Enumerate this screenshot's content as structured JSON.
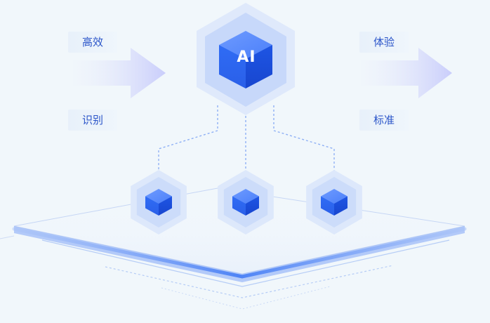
{
  "center_node": {
    "label": "AI"
  },
  "left_labels": {
    "top": "高效",
    "bottom": "识别"
  },
  "right_labels": {
    "top": "体验",
    "bottom": "标准"
  },
  "sub_nodes": [
    {
      "name": "sub-node-left"
    },
    {
      "name": "sub-node-middle"
    },
    {
      "name": "sub-node-right"
    }
  ],
  "colors": {
    "background": "#f1f7fb",
    "accent_blue": "#2f6cf5",
    "deep_blue": "#1a4ee0",
    "hex_light": "#dce8fb",
    "label_text": "#2b55c9",
    "arrow": "#cfd3fb"
  }
}
